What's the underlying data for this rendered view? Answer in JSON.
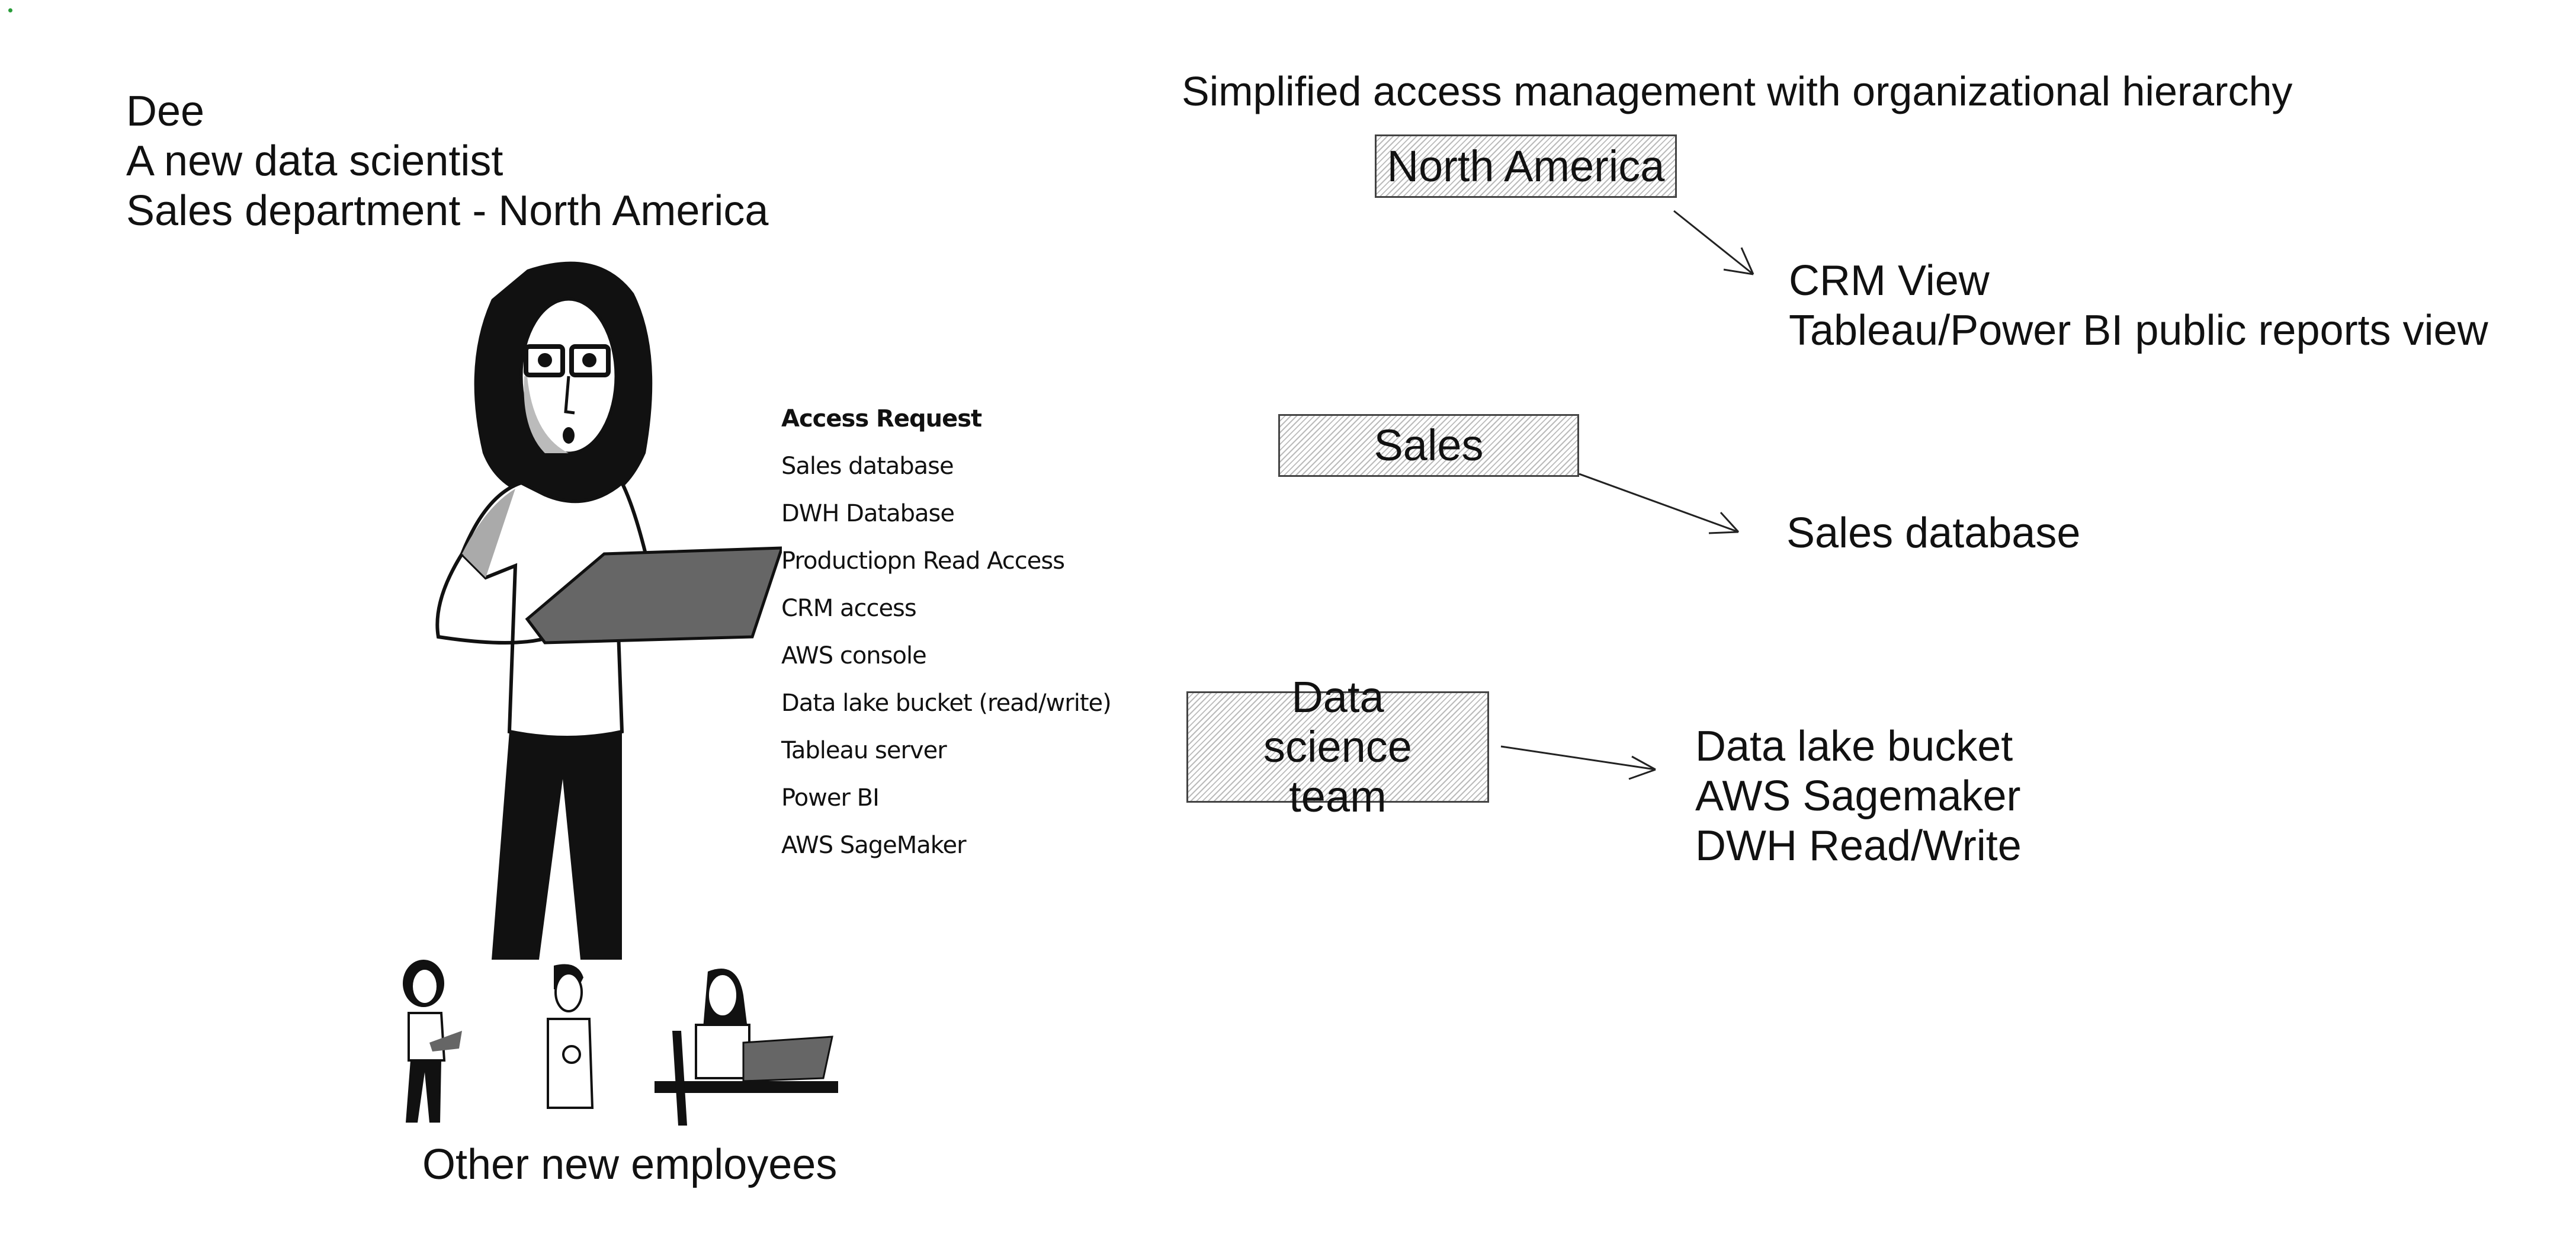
{
  "persona": {
    "name": "Dee",
    "role": "A new data scientist",
    "department": "Sales department - North America"
  },
  "access_request": {
    "title": "Access Request",
    "items": [
      "Sales database",
      "DWH Database",
      "Productiopn Read Access",
      "CRM access",
      "AWS console",
      "Data lake bucket (read/write)",
      "Tableau server",
      "Power BI",
      "AWS SageMaker"
    ]
  },
  "other_employees_label": "Other new employees",
  "hierarchy": {
    "title": "Simplified access management with organizational hierarchy",
    "groups": [
      {
        "name": "North America",
        "grants": [
          "CRM View",
          "Tableau/Power BI public reports view"
        ]
      },
      {
        "name": "Sales",
        "grants": [
          "Sales database"
        ]
      },
      {
        "name": "Data science team",
        "grants": [
          "Data lake bucket",
          "AWS Sagemaker",
          "DWH Read/Write"
        ]
      }
    ]
  }
}
